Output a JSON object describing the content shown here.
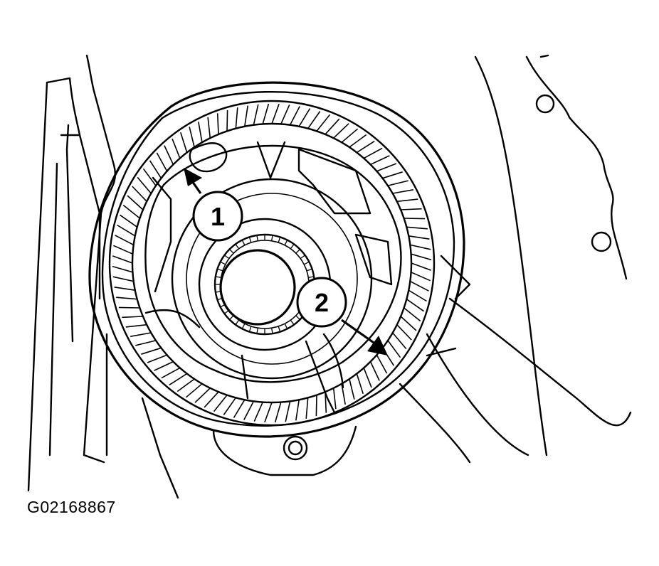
{
  "figure": {
    "id_label": "G02168867",
    "callouts": [
      {
        "label": "1"
      },
      {
        "label": "2"
      }
    ]
  },
  "colors": {
    "ink": "#000000",
    "paper": "#ffffff"
  }
}
